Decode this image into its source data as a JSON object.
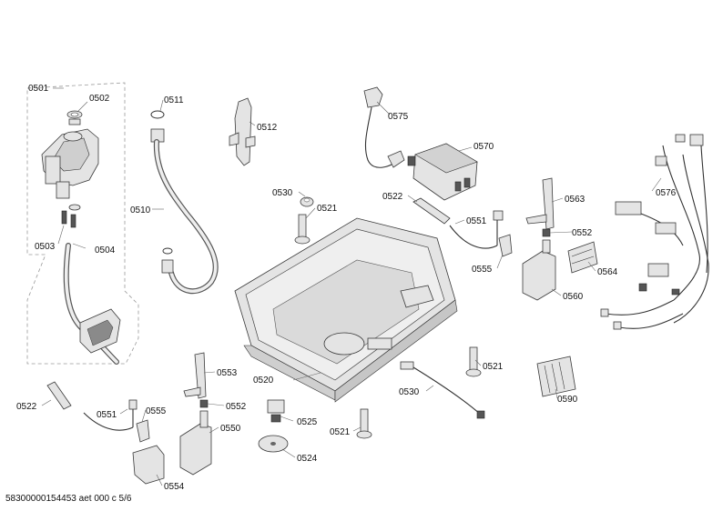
{
  "labels": {
    "l0501": "0501",
    "l0502": "0502",
    "l0503": "0503",
    "l0504": "0504",
    "l0510": "0510",
    "l0511": "0511",
    "l0512": "0512",
    "l0575": "0575",
    "l0570": "0570",
    "l0576": "0576",
    "l0530a": "0530",
    "l0521a": "0521",
    "l0522a": "0522",
    "l0551a": "0551",
    "l0563": "0563",
    "l0552a": "0552",
    "l0564": "0564",
    "l0555a": "0555",
    "l0560": "0560",
    "l0521b": "0521",
    "l0590": "0590",
    "l0553": "0553",
    "l0552b": "0552",
    "l0520": "0520",
    "l0530b": "0530",
    "l0522b": "0522",
    "l0551b": "0551",
    "l0555b": "0555",
    "l0525": "0525",
    "l0550": "0550",
    "l0521c": "0521",
    "l0524": "0524",
    "l0554": "0554"
  },
  "footer": "58300000154453 aet 000 c 5/6"
}
